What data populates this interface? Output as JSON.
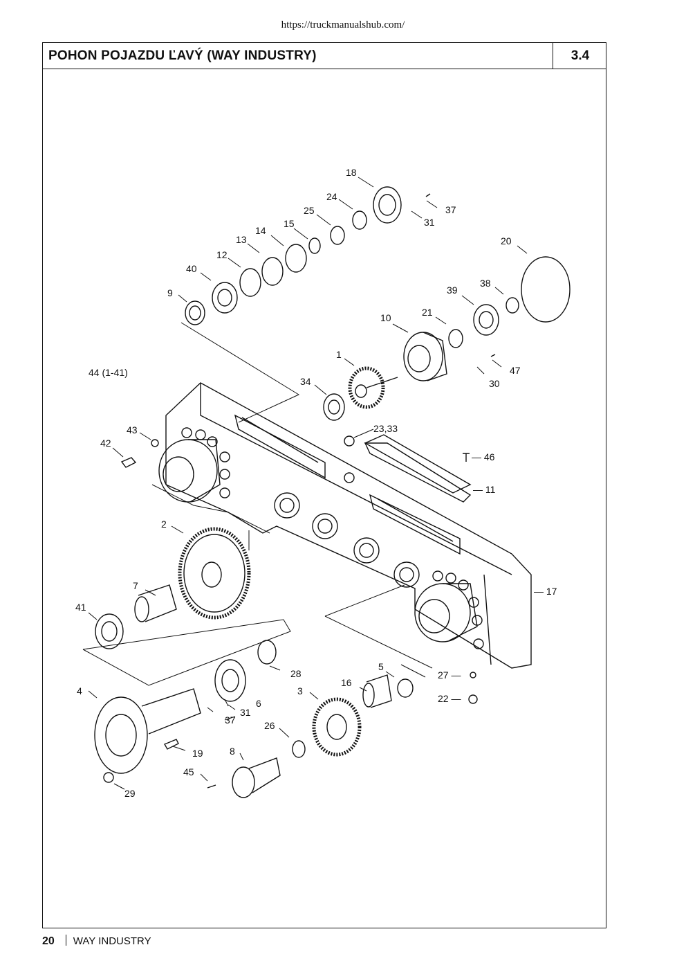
{
  "url": "https://truckmanualshub.com/",
  "header": {
    "title": "POHON POJAZDU ĽAVÝ (WAY INDUSTRY)",
    "section": "3.4"
  },
  "diagram": {
    "assembly_label": "44 (1-41)",
    "callouts": {
      "c1": "1",
      "c2": "2",
      "c3": "3",
      "c4": "4",
      "c5": "5",
      "c6": "6",
      "c7": "7",
      "c8": "8",
      "c9": "9",
      "c10": "10",
      "c11": "— 11",
      "c12": "12",
      "c13": "13",
      "c14": "14",
      "c15": "15",
      "c16": "16",
      "c17": "— 17",
      "c18": "18",
      "c19": "19",
      "c20": "20",
      "c21": "21",
      "c22": "22 —",
      "c23": "23,33",
      "c24": "24",
      "c25": "25",
      "c26": "26",
      "c27": "27 —",
      "c28": "28",
      "c29": "29",
      "c30": "30",
      "c31a": "31",
      "c31b": "31",
      "c34": "34",
      "c37a": "37",
      "c37b": "37",
      "c38": "38",
      "c39": "39",
      "c40": "40",
      "c41": "41",
      "c42": "42",
      "c43": "43",
      "c45": "45",
      "c46": "— 46",
      "c47": "47"
    }
  },
  "footer": {
    "page": "20",
    "brand": "WAY INDUSTRY"
  }
}
